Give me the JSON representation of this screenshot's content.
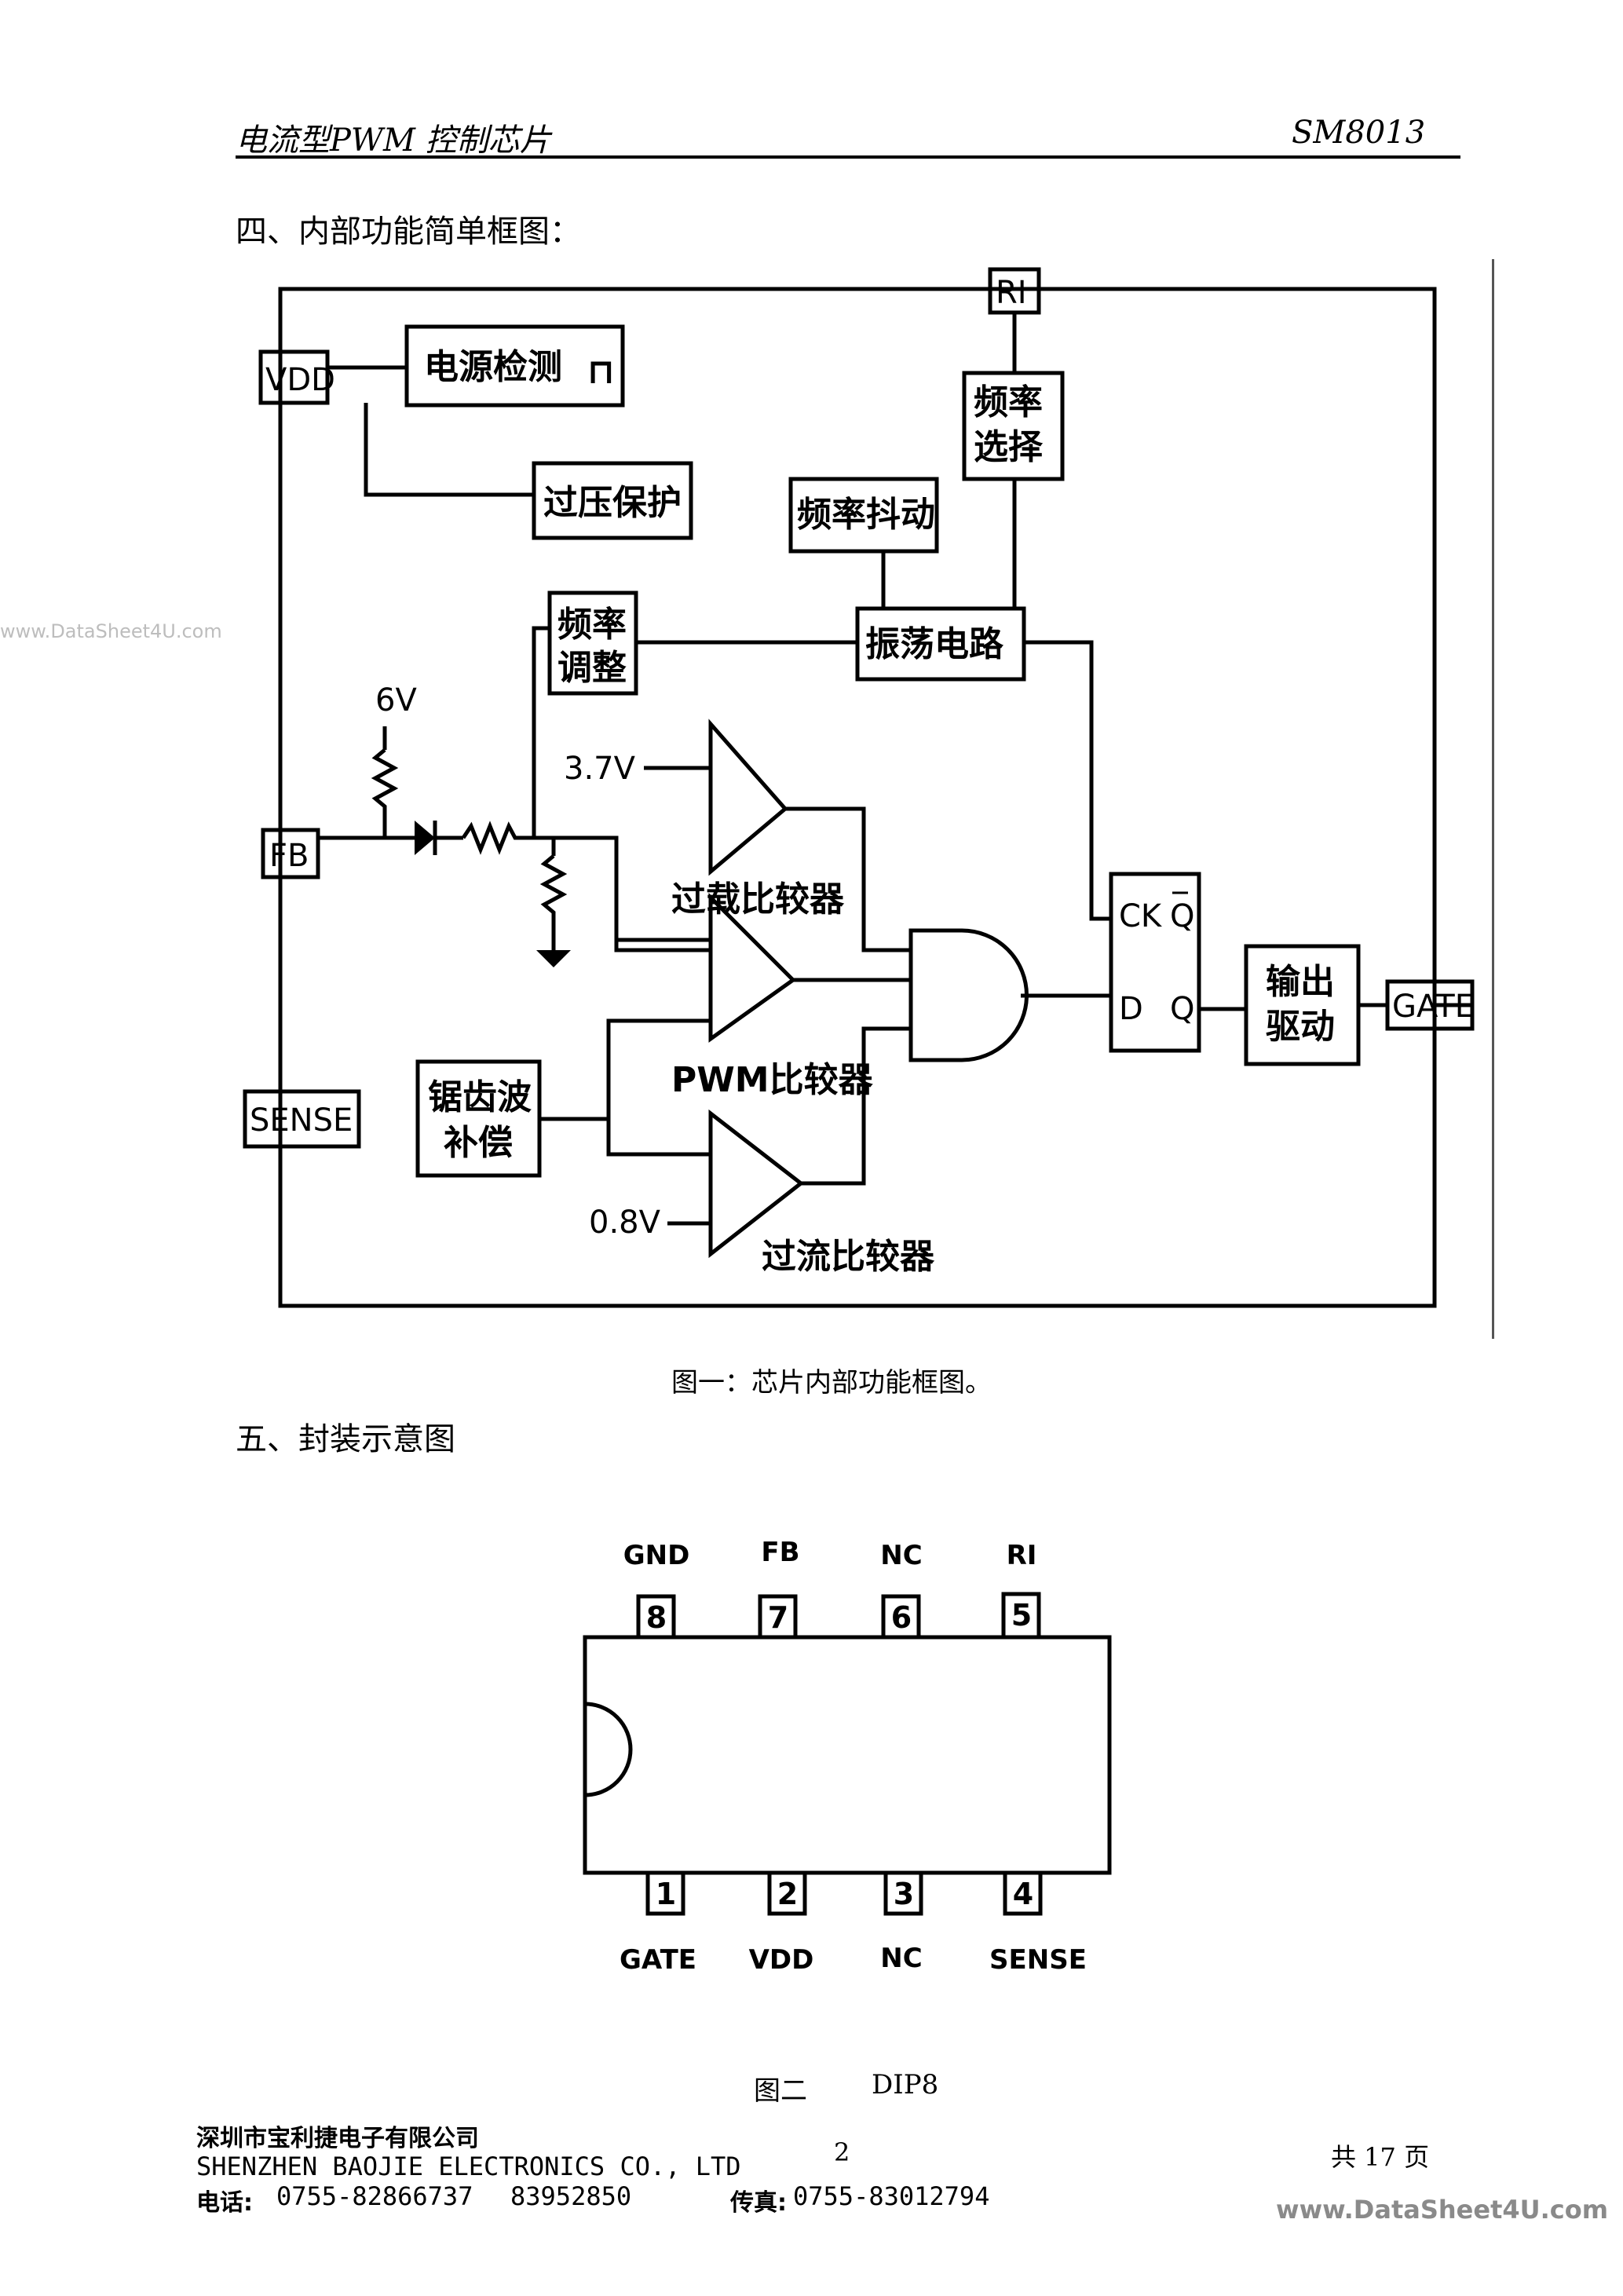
{
  "header": {
    "title": "电流型PWM 控制芯片",
    "model": "SM8013"
  },
  "section4": {
    "heading": "四、内部功能简单框图："
  },
  "block_diagram": {
    "pins": {
      "vdd": "VDD",
      "fb": "FB",
      "sense": "SENSE",
      "gate": "GATE",
      "ri": "RI"
    },
    "blocks": {
      "power_detect": "电源检测",
      "power_detect_symbol": "⊓",
      "over_voltage": "过压保护",
      "freq_jitter": "频率抖动",
      "freq_select_1": "频率",
      "freq_select_2": "选择",
      "freq_adjust_1": "频率",
      "freq_adjust_2": "调整",
      "oscillator": "振荡电路",
      "ramp_comp_1": "锯齿波",
      "ramp_comp_2": "补偿",
      "output_drive_1": "输出",
      "output_drive_2": "驱动"
    },
    "labels": {
      "v6": "6V",
      "v37": "3.7V",
      "v08": "0.8V",
      "overload_comparator": "过载比较器",
      "pwm_comparator": "PWM比较器",
      "overcurrent_comparator": "过流比较器",
      "ff_ck": "CK",
      "ff_qbar": "Q",
      "ff_d": "D",
      "ff_q": "Q"
    },
    "caption": "图一：芯片内部功能框图。"
  },
  "section5": {
    "heading": "五、封装示意图"
  },
  "package": {
    "top_pins": [
      {
        "number": "8",
        "name": "GND"
      },
      {
        "number": "7",
        "name": "FB"
      },
      {
        "number": "6",
        "name": "NC"
      },
      {
        "number": "5",
        "name": "RI"
      }
    ],
    "bottom_pins": [
      {
        "number": "1",
        "name": "GATE"
      },
      {
        "number": "2",
        "name": "VDD"
      },
      {
        "number": "3",
        "name": "NC"
      },
      {
        "number": "4",
        "name": "SENSE"
      }
    ],
    "caption_label": "图二",
    "caption_type": "DIP8"
  },
  "footer": {
    "company_cn": "深圳市宝利捷电子有限公司",
    "company_en": "SHENZHEN BAOJIE ELECTRONICS CO., LTD",
    "tel_label": "电话:",
    "tel_value": "0755-82866737",
    "tel_value2": "83952850",
    "fax_label": "传真:",
    "fax_value": "0755-83012794",
    "page_number": "2",
    "page_total": "共 17 页"
  },
  "watermark": {
    "left": "www.DataSheet4U.com",
    "right": "www.DataSheet4U.com"
  }
}
